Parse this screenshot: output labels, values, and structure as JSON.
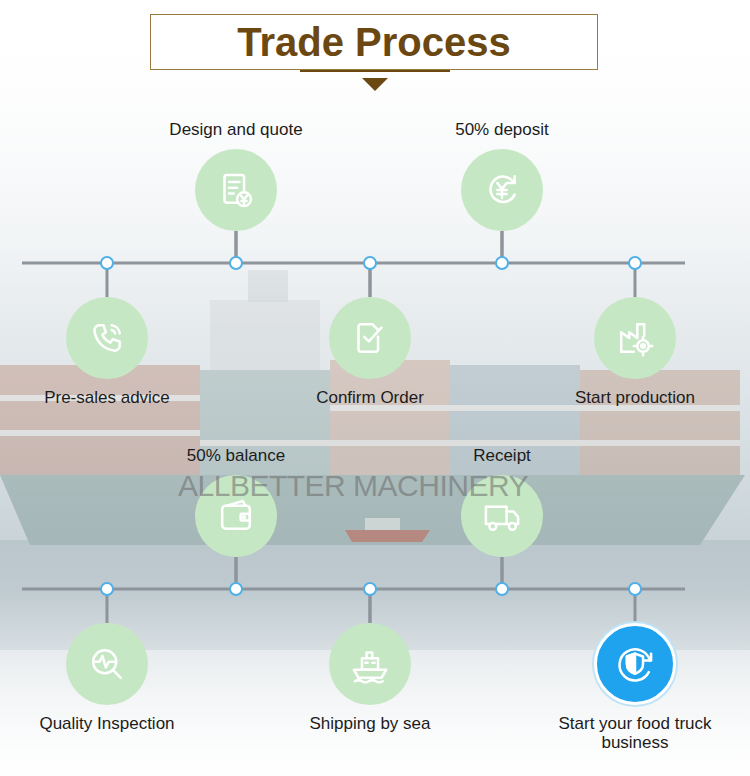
{
  "diagram": {
    "title": "Trade Process",
    "nodes": [
      {
        "text": [
          "Pre-sales advice"
        ]
      },
      {
        "text": [
          "Design and quote"
        ]
      },
      {
        "text": [
          "Confirm Order"
        ]
      },
      {
        "text": [
          "50% deposit"
        ]
      },
      {
        "text": [
          "Start production"
        ]
      },
      {
        "text": [
          "Quality Inspection"
        ]
      },
      {
        "text": [
          "50% balance"
        ]
      },
      {
        "text": [
          "Shipping by sea"
        ]
      },
      {
        "text": [
          "Receipt"
        ]
      },
      {
        "text": [
          "Start your food truck business"
        ]
      }
    ],
    "edges": [
      {
        "from": 0,
        "to": 1,
        "arrow": "none"
      },
      {
        "from": 1,
        "to": 2,
        "arrow": "none"
      },
      {
        "from": 2,
        "to": 3,
        "arrow": "none"
      },
      {
        "from": 3,
        "to": 4,
        "arrow": "none"
      },
      {
        "from": 5,
        "to": 6,
        "arrow": "none"
      },
      {
        "from": 6,
        "to": 7,
        "arrow": "none"
      },
      {
        "from": 7,
        "to": 8,
        "arrow": "none"
      },
      {
        "from": 8,
        "to": 9,
        "arrow": "none"
      }
    ],
    "labels": [
      "ALLBETTER MACHINERY"
    ]
  }
}
